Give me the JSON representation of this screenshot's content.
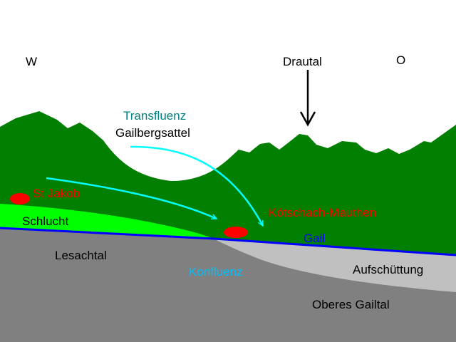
{
  "directions": {
    "west": "W",
    "east": "O"
  },
  "labels": {
    "drautal": "Drautal",
    "transfluenz": "Transfluenz",
    "gailbergsattel": "Gailbergsattel",
    "st_jakob": "St Jakob",
    "koetschach_mauthen": "Kötschach-Mauthen",
    "schlucht": "Schlucht",
    "gail": "Gail",
    "lesachtal": "Lesachtal",
    "konfluenz": "Konfluenz",
    "aufschuettung": "Aufschüttung",
    "oberes_gailtal": "Oberes Gailtal"
  },
  "colors": {
    "background": "#ffffff",
    "mountains": "#007f00",
    "gorge": "#00ff00",
    "valley_rock": "#808080",
    "fill_deposit": "#c0c0c0",
    "river": "#0000ff",
    "flow_arrows": "#00ffff",
    "towns": "#ff0000",
    "town_labels": "#ff0000",
    "transfluenz_label": "#008080",
    "konfluenz_label": "#00bfff",
    "gail_label": "#0000ff",
    "text": "#000000"
  }
}
